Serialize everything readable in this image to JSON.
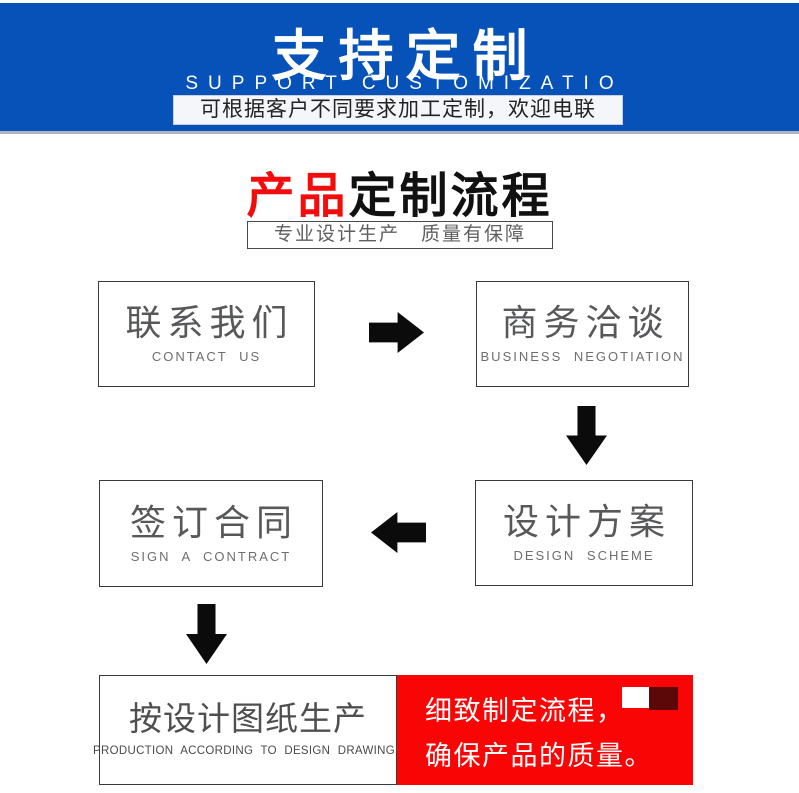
{
  "header": {
    "title": "支持定制",
    "subtitle": "SUPPORT CUSTOMIZATIO",
    "banner": "可根据客户不同要求加工定制，欢迎电联"
  },
  "section_title": {
    "red": "产品",
    "black": "定制流程"
  },
  "tagline": "专业设计生产　质量有保障",
  "flow": {
    "steps": [
      {
        "zh": "联系我们",
        "en": "CONTACT US"
      },
      {
        "zh": "商务洽谈",
        "en": "BUSINESS NEGOTIATION"
      },
      {
        "zh": "设计方案",
        "en": "DESIGN SCHEME"
      },
      {
        "zh": "签订合同",
        "en": "SIGN A CONTRACT"
      },
      {
        "zh": "按设计图纸生产",
        "en": "PRODUCTION ACCORDING TO DESIGN DRAWINGS"
      }
    ],
    "note": {
      "line1": "细致制定流程，",
      "line2": "确保产品的质量。"
    }
  },
  "icons": {
    "arrow_right": "arrow-right-icon",
    "arrow_left": "arrow-left-icon",
    "arrow_down": "arrow-down-icon"
  },
  "colors": {
    "header_blue": "#0752b8",
    "header_border_gray": "#aeb6c4",
    "accent_red": "#f20c0c",
    "note_red": "#fa0505",
    "note_dark_square": "#5c0708",
    "arrow_black": "#0b0b0b",
    "box_border": "#3a3a3a",
    "box_text_gray": "#57585a"
  }
}
